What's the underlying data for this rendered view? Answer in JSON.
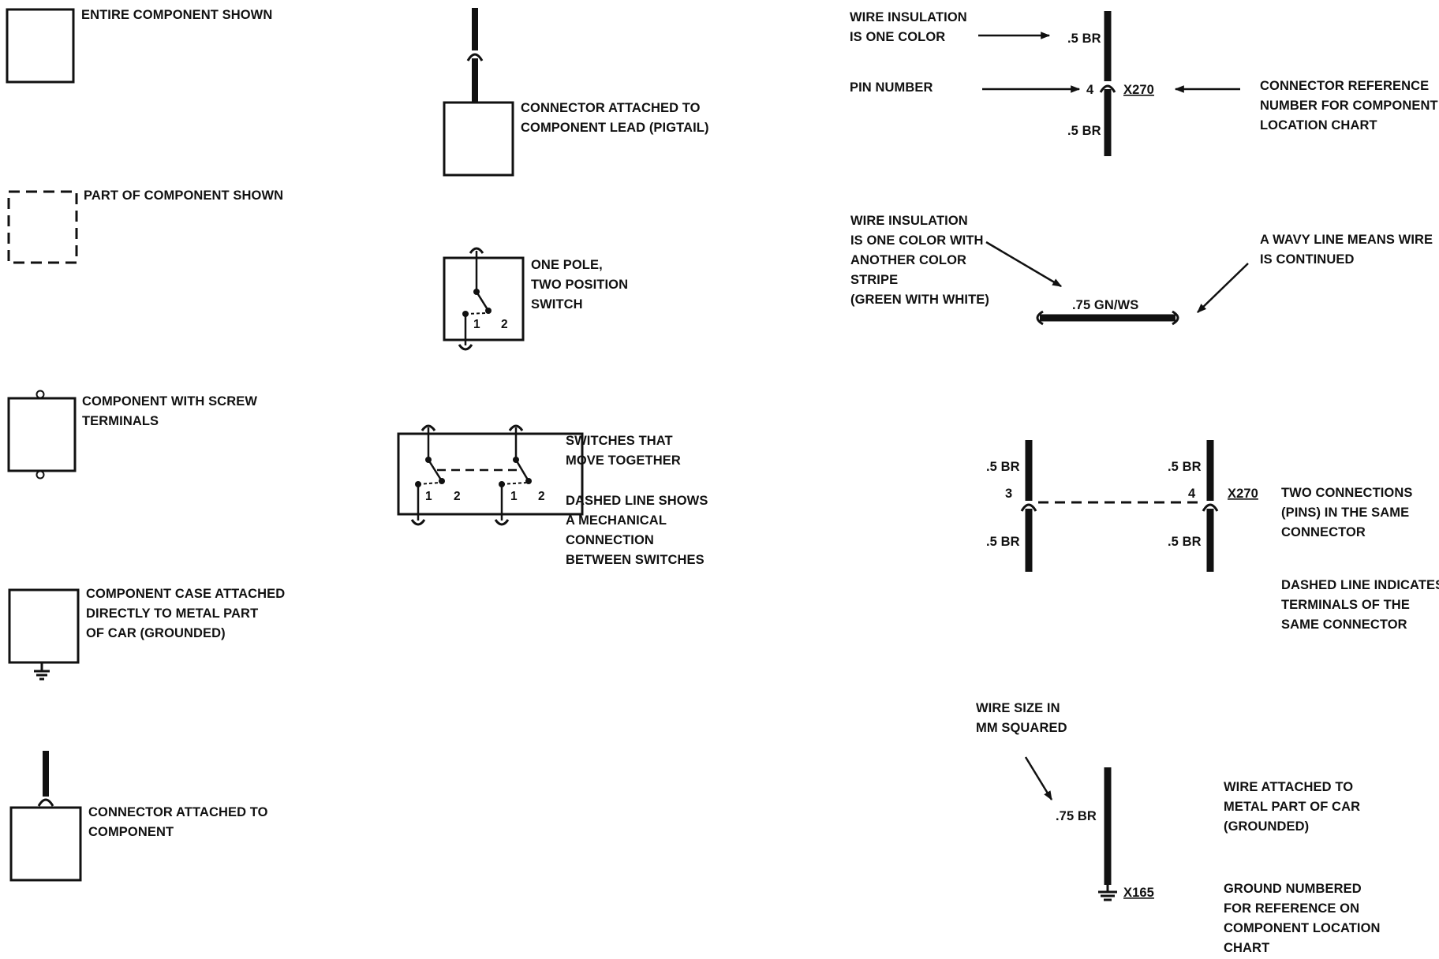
{
  "legend": {
    "entire_component": [
      "ENTIRE COMPONENT SHOWN"
    ],
    "part_component": [
      "PART OF COMPONENT SHOWN"
    ],
    "screw_terminals": [
      "COMPONENT WITH SCREW",
      "TERMINALS"
    ],
    "case_grounded": [
      "COMPONENT CASE ATTACHED",
      "DIRECTLY TO METAL PART",
      "OF CAR (GROUNDED)"
    ],
    "connector_component": [
      "CONNECTOR ATTACHED TO",
      "COMPONENT"
    ],
    "connector_pigtail": [
      "CONNECTOR ATTACHED TO",
      "COMPONENT LEAD (PIGTAIL)"
    ],
    "one_pole_switch": [
      "ONE POLE,",
      "TWO POSITION",
      "SWITCH"
    ],
    "switch_pos1": "1",
    "switch_pos2": "2",
    "switches_together": [
      "SWITCHES THAT",
      "MOVE TOGETHER"
    ],
    "mechanical_connection": [
      "DASHED LINE SHOWS",
      "A MECHANICAL",
      "CONNECTION",
      "BETWEEN SWITCHES"
    ],
    "wire_one_color": [
      "WIRE INSULATION",
      "IS ONE COLOR"
    ],
    "pin_number": [
      "PIN NUMBER"
    ],
    "connector_reference": [
      "CONNECTOR REFERENCE",
      "NUMBER FOR COMPONENT",
      "LOCATION CHART"
    ],
    "wire_top_label": ".5 BR",
    "wire_bottom_label": ".5 BR",
    "pin_value": "4",
    "connector_id": "X270",
    "stripe_wire": [
      "WIRE INSULATION",
      "IS ONE COLOR WITH",
      "ANOTHER COLOR",
      "STRIPE",
      "(GREEN WITH WHITE)"
    ],
    "stripe_wire_label": ".75 GN/WS",
    "wavy_line": [
      "A WAVY LINE MEANS WIRE",
      "IS CONTINUED"
    ],
    "two_conn": {
      "left_top": ".5 BR",
      "left_bottom": ".5 BR",
      "right_top": ".5 BR",
      "right_bottom": ".5 BR",
      "left_pin": "3",
      "right_pin": "4",
      "connector_id": "X270"
    },
    "two_connections": [
      "TWO CONNECTIONS",
      "(PINS) IN THE SAME",
      "CONNECTOR"
    ],
    "dashed_terminals": [
      "DASHED LINE INDICATES",
      "TERMINALS OF THE",
      "SAME CONNECTOR"
    ],
    "wire_size": [
      "WIRE SIZE IN",
      "MM SQUARED"
    ],
    "ground_wire_label": ".75 BR",
    "ground_id": "X165",
    "wire_grounded": [
      "WIRE ATTACHED TO",
      "METAL PART OF CAR",
      "(GROUNDED)"
    ],
    "ground_numbered": [
      "GROUND NUMBERED",
      "FOR REFERENCE ON",
      "COMPONENT LOCATION",
      "CHART"
    ]
  }
}
